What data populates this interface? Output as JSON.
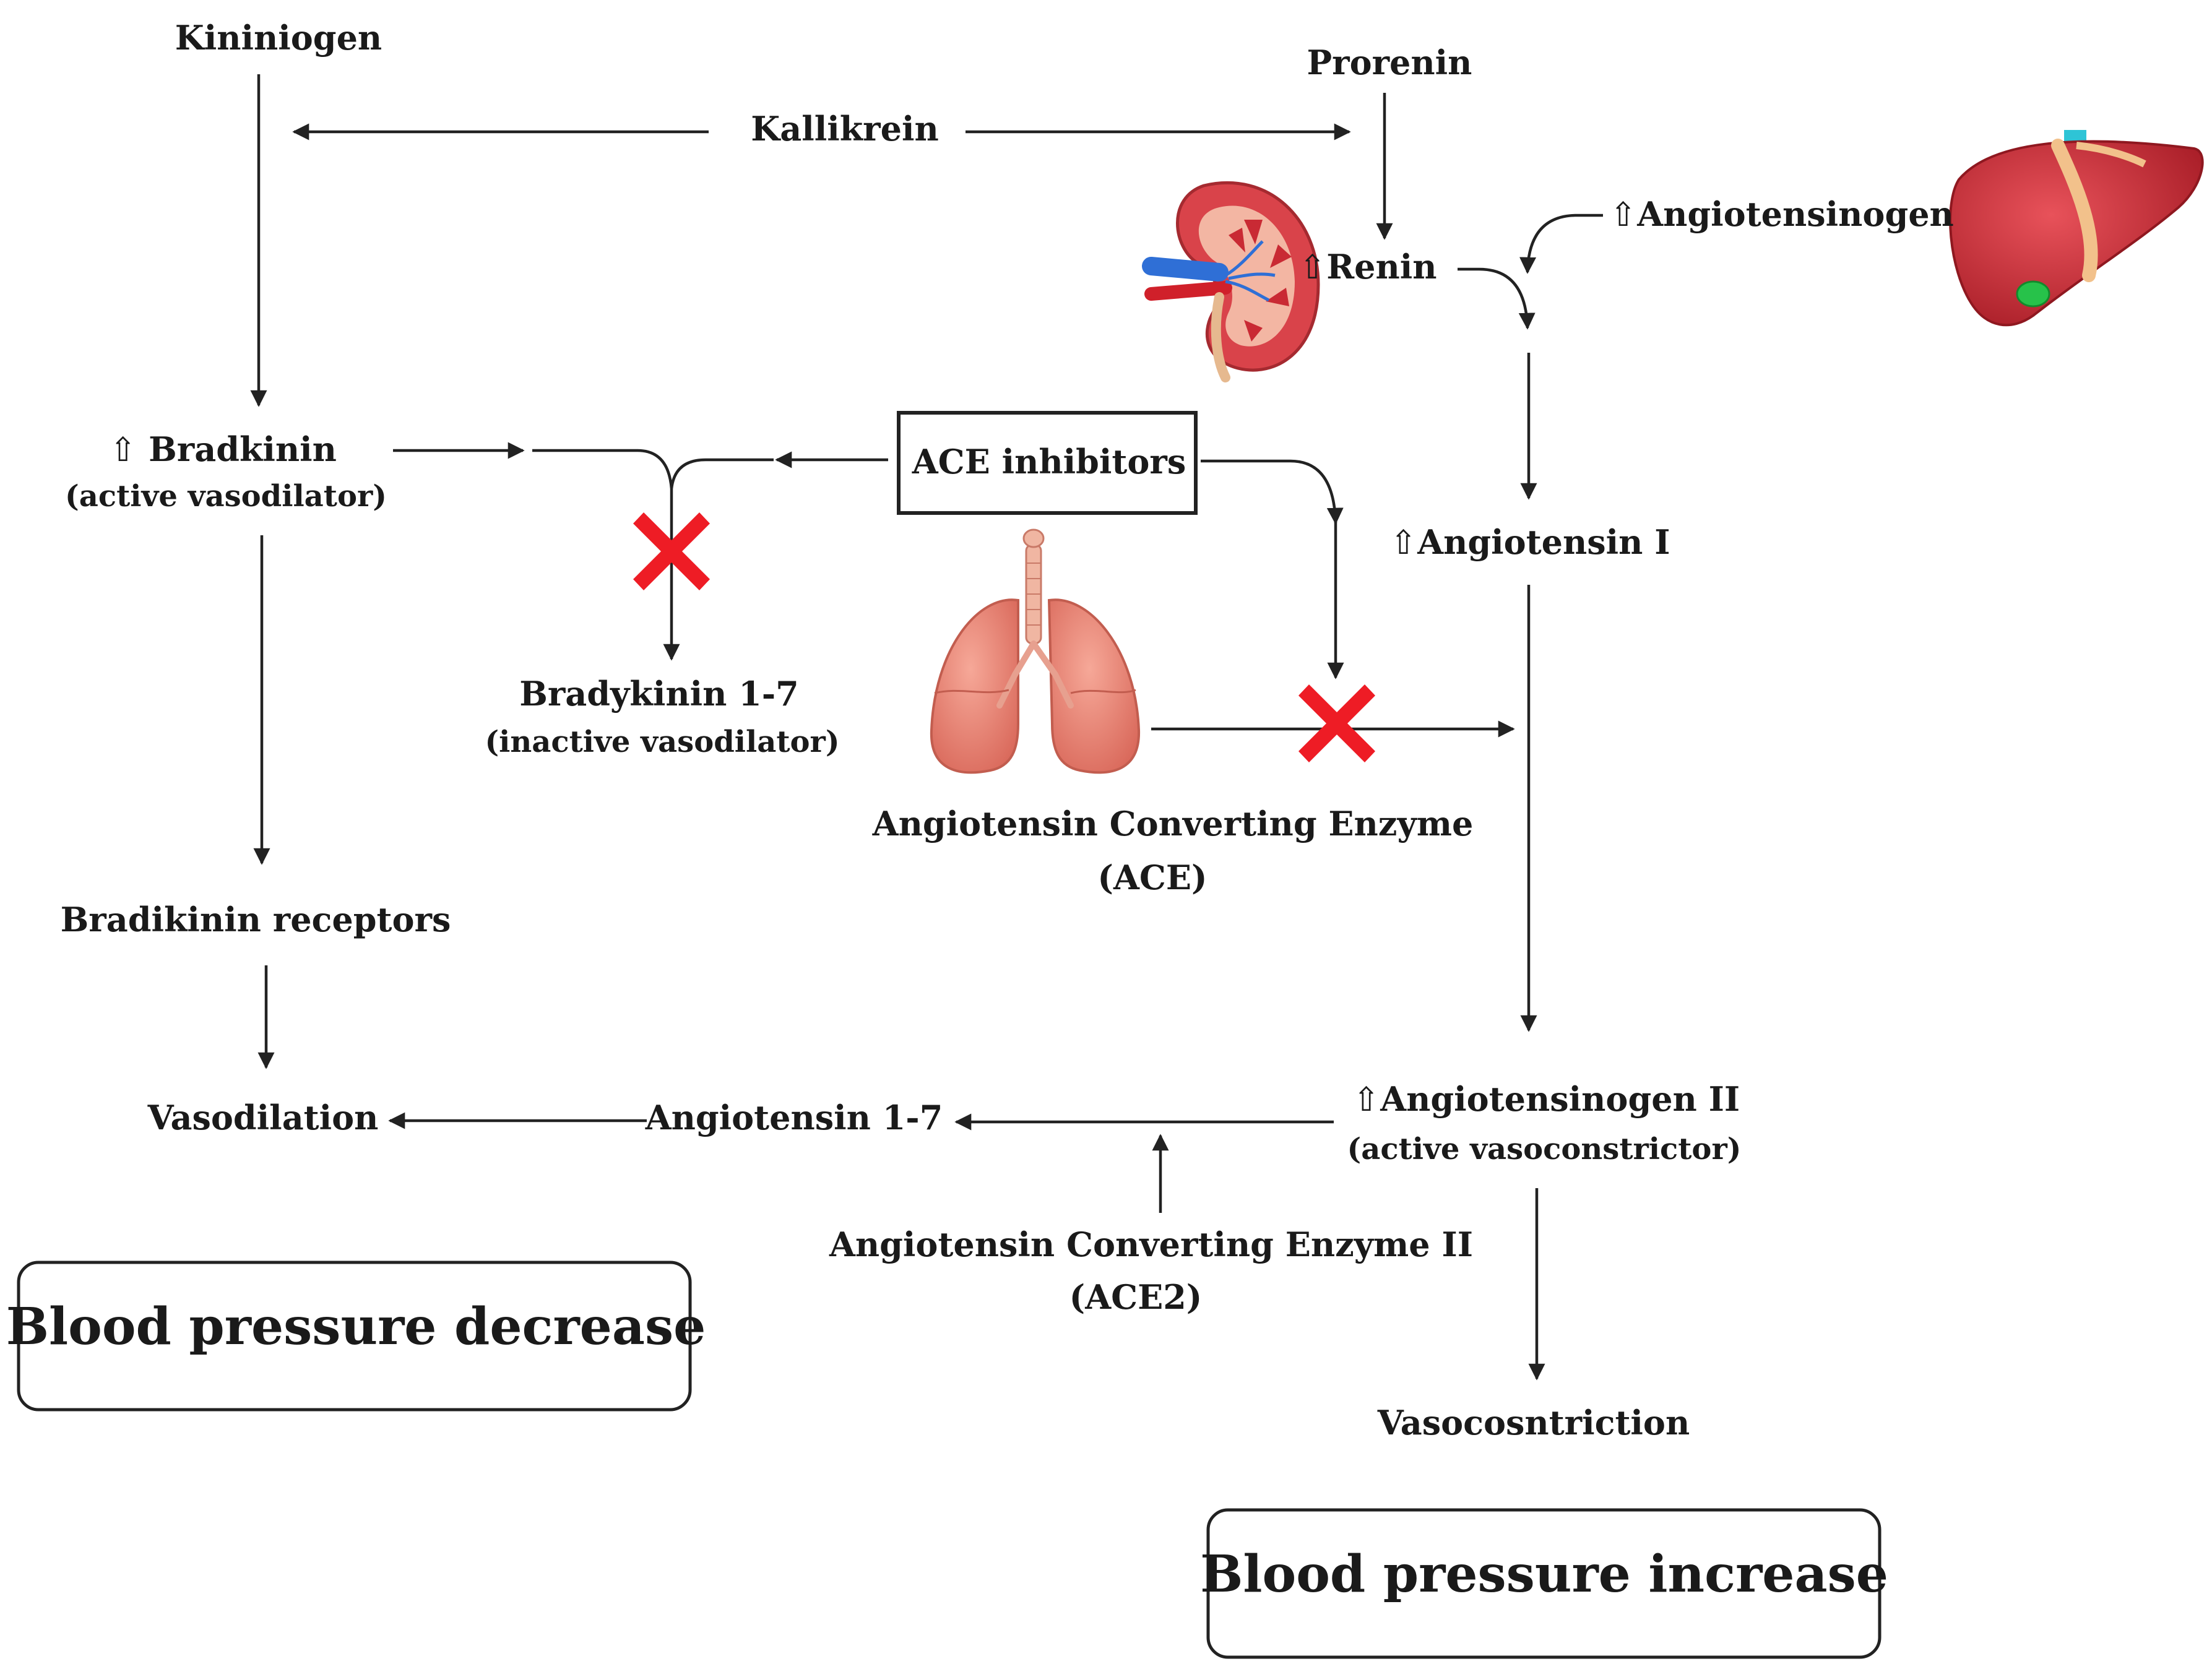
{
  "labels": {
    "kininiogen": "Kininiogen",
    "prorenin": "Prorenin",
    "kallikrein": "Kallikrein",
    "angiotensinogen": "⇧Angiotensinogen",
    "renin": "⇧Renin",
    "bradkinin": "⇧ Bradkinin",
    "bradkinin_sub": "(active vasodilator)",
    "ace_inhibitors": "ACE inhibitors",
    "angiotensin_i": "⇧Angiotensin I",
    "bradykinin17": "Bradykinin 1-7",
    "bradykinin17_sub": "(inactive vasodilator)",
    "ace_line1": "Angiotensin Converting Enzyme",
    "ace_line2": "(ACE)",
    "bradikinin_receptors": "Bradikinin receptors",
    "vasodilation": "Vasodilation",
    "angiotensin17": "Angiotensin 1-7",
    "angiotensinogen_ii": "⇧Angiotensinogen II",
    "angiotensinogen_ii_sub": "(active vasoconstrictor)",
    "ace2_line1": "Angiotensin Converting Enzyme II",
    "ace2_line2": "(ACE2)",
    "vasoconstriction": "Vasocosntriction",
    "bp_decrease": "Blood  pressure  decrease",
    "bp_increase": "Blood  pressure  increase"
  },
  "icons": {
    "kidney": "kidney-icon",
    "liver": "liver-icon",
    "lungs": "lungs-icon",
    "block": "red-x-icon"
  },
  "colors": {
    "block_x": "#ee1c25",
    "kidney": "#d9434a",
    "liver": "#c82c35",
    "lungs": "#ef8a78",
    "vein": "#2f6fd6"
  }
}
